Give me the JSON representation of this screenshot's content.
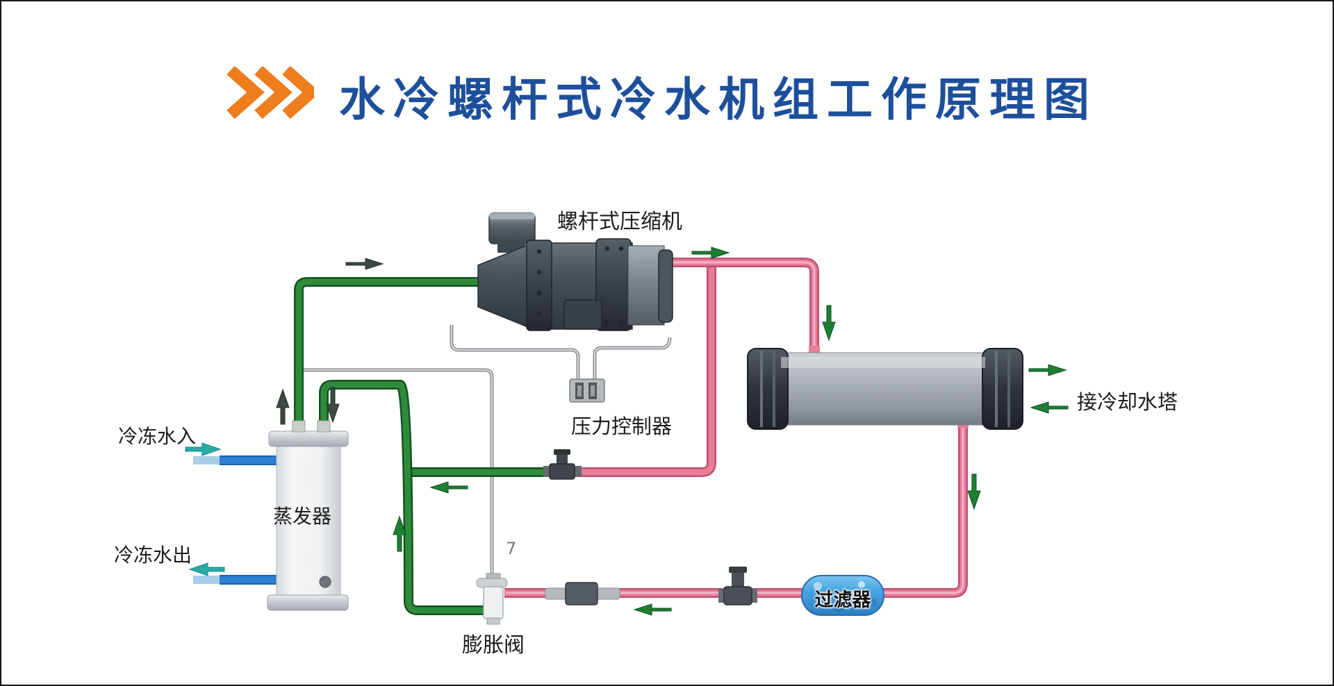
{
  "title": {
    "text": "水冷螺杆式冷水机组工作原理图",
    "chevrons_icon": "triple-chevron-right-icon"
  },
  "labels": {
    "compressor": "螺杆式压缩机",
    "pressure_controller": "压力控制器",
    "evaporator": "蒸发器",
    "chilled_water_in": "冷冻水入",
    "chilled_water_out": "冷冻水出",
    "expansion_valve": "膨胀阀",
    "filter": "过滤器",
    "cooling_tower": "接冷却水塔",
    "mark_7": "7"
  },
  "colors": {
    "title_blue": "#1d4f9b",
    "accent_orange": "#ee7d1d",
    "pipe_green": "#2e8b3c",
    "pipe_pink": "#e87d98",
    "pipe_water_blue": "#2e7fd2",
    "arrow_teal": "#28a9a4",
    "arrow_green": "#1e7f33",
    "control_line": "#8a8f94"
  }
}
